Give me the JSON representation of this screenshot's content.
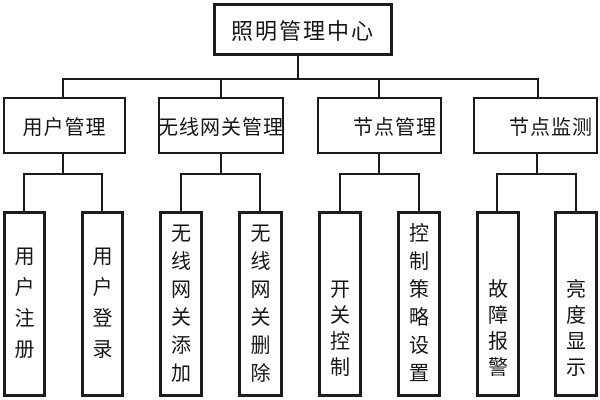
{
  "diagram": {
    "root": {
      "label": "照明管理中心"
    },
    "groups": [
      {
        "label": "用户管理",
        "children": [
          "用户注册",
          "用户登录"
        ]
      },
      {
        "label": "无线网关管理",
        "children": [
          "无线网关添加",
          "无线网关删除"
        ]
      },
      {
        "label": "节点管理",
        "children": [
          "开关控制",
          "控制策略设置"
        ]
      },
      {
        "label": "节点监测",
        "children": [
          "故障报警",
          "亮度显示"
        ]
      }
    ],
    "colors": {
      "line": "#1c1c1c",
      "background": "#ffffff",
      "text": "#161616"
    }
  }
}
